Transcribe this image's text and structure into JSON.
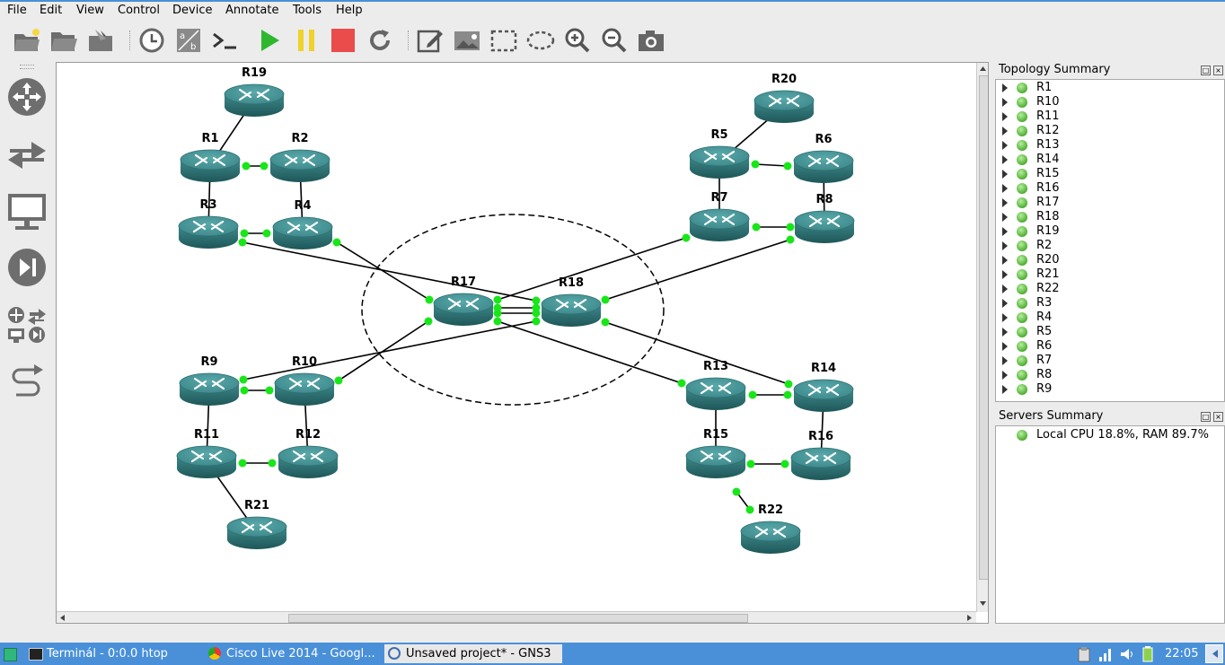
{
  "menu": {
    "items": [
      "File",
      "Edit",
      "View",
      "Control",
      "Device",
      "Annotate",
      "Tools",
      "Help"
    ]
  },
  "toolbar": {
    "buttons": [
      "new-project",
      "open-project",
      "save-project",
      "snapshot",
      "show-interface-labels",
      "console-all",
      "start-all",
      "suspend-all",
      "stop-all",
      "reload-all",
      "add-note",
      "insert-image",
      "draw-rectangle",
      "draw-ellipse",
      "zoom-in",
      "zoom-out",
      "screenshot"
    ]
  },
  "leftbar": {
    "buttons": [
      "browse-routers",
      "browse-switches",
      "browse-end-devices",
      "browse-security-devices",
      "browse-all-devices",
      "add-link"
    ]
  },
  "topology": {
    "title": "Topology Summary",
    "nodes": [
      "R1",
      "R10",
      "R11",
      "R12",
      "R13",
      "R14",
      "R15",
      "R16",
      "R17",
      "R18",
      "R19",
      "R2",
      "R20",
      "R21",
      "R22",
      "R3",
      "R4",
      "R5",
      "R6",
      "R7",
      "R8",
      "R9"
    ],
    "status_color": "#4fae32"
  },
  "servers": {
    "title": "Servers Summary",
    "items": [
      "Local CPU 18.8%, RAM 89.7%"
    ]
  },
  "canvas": {
    "routers": [
      "R1",
      "R2",
      "R3",
      "R4",
      "R5",
      "R6",
      "R7",
      "R8",
      "R9",
      "R10",
      "R11",
      "R12",
      "R13",
      "R14",
      "R15",
      "R16",
      "R17",
      "R18",
      "R19",
      "R20",
      "R21",
      "R22"
    ],
    "router_color": "#3f8a8c",
    "link_port_color": "#19e619"
  },
  "taskbar": {
    "tasks": [
      {
        "label": "Terminál - 0:0.0 htop",
        "icon": "terminal-icon"
      },
      {
        "label": "Cisco Live 2014 - Googl...",
        "icon": "chrome-icon"
      },
      {
        "label": "Unsaved project* - GNS3",
        "icon": "gns3-icon",
        "active": true
      }
    ],
    "clock": "22:05",
    "accent": "#4a90d9"
  }
}
